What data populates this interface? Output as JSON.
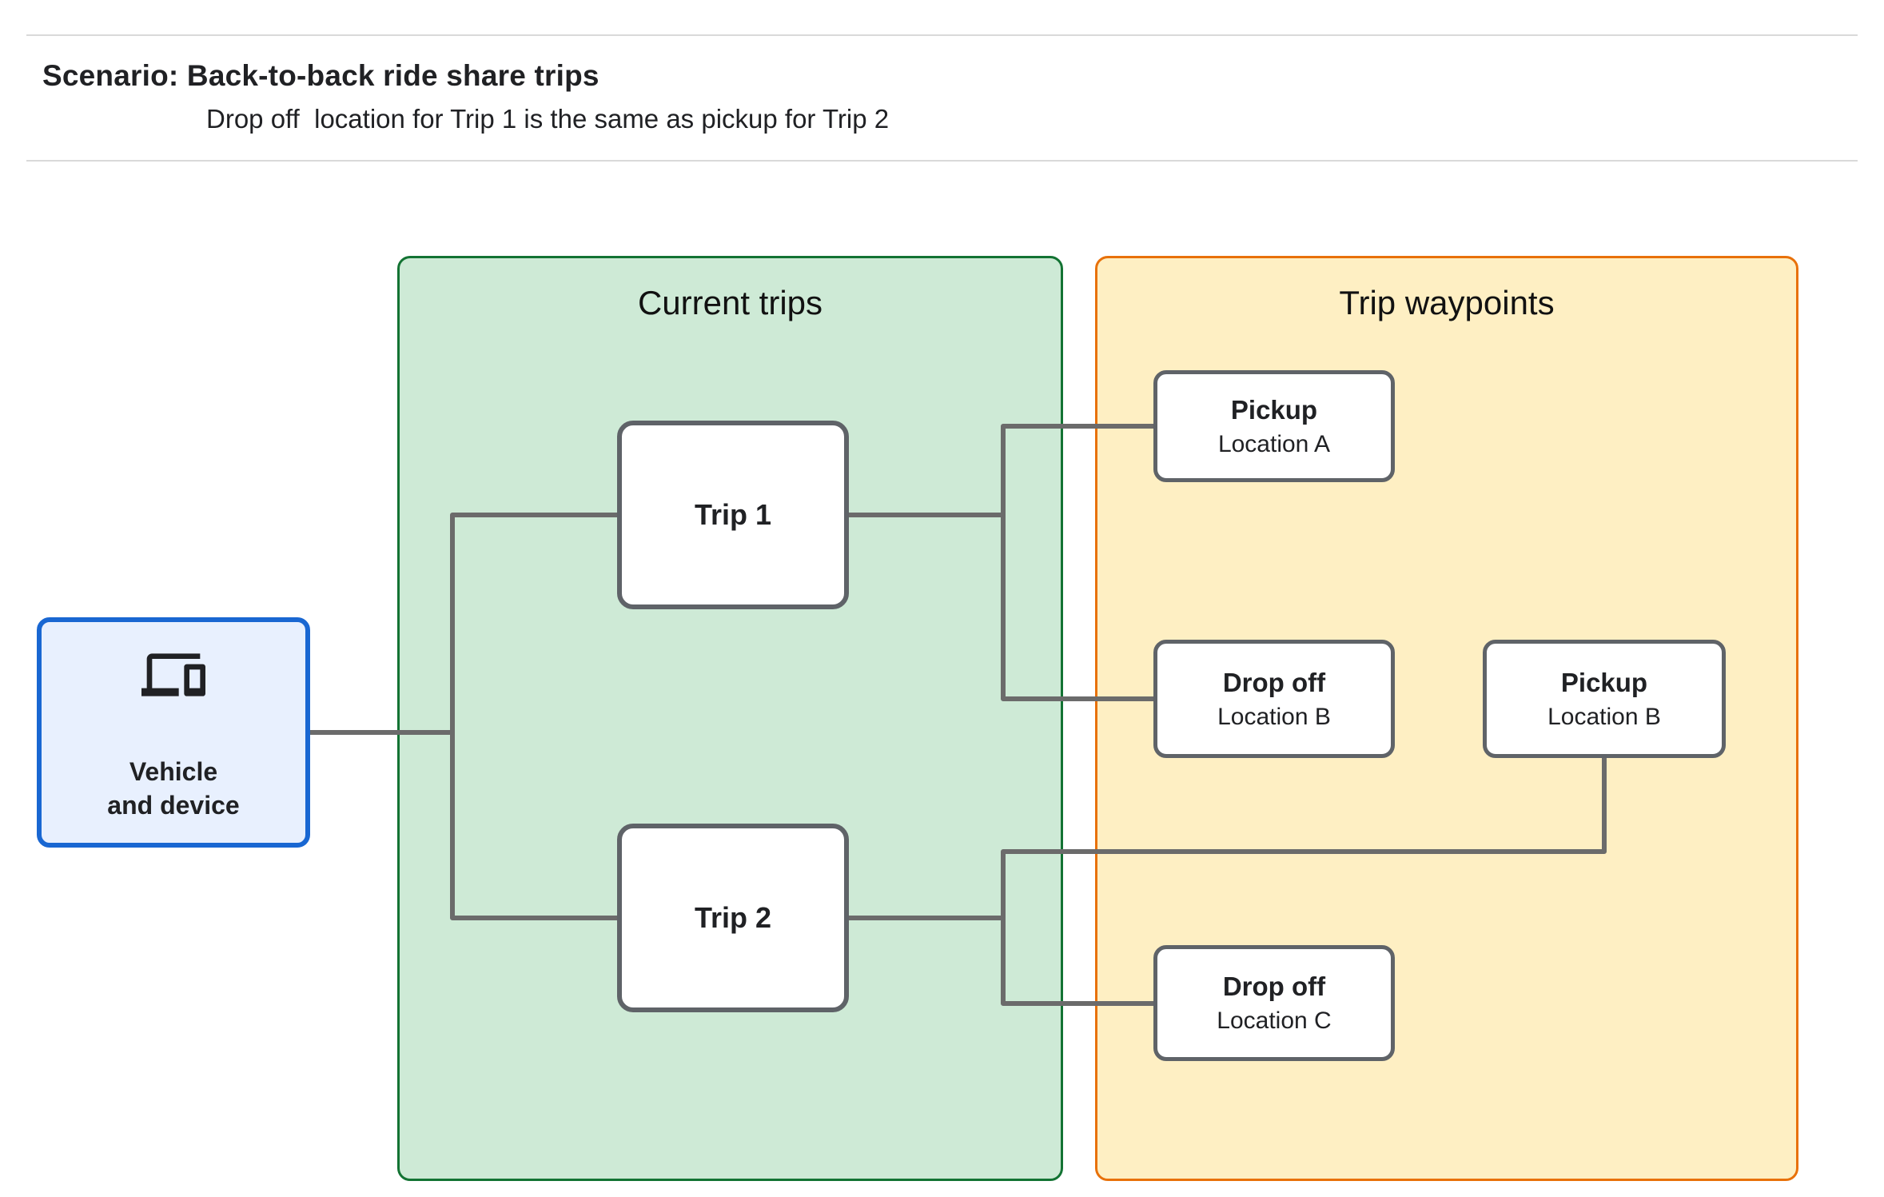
{
  "header": {
    "title": "Scenario: Back-to-back ride share trips",
    "subtitle": "Drop off  location for Trip 1 is the same as pickup for Trip 2"
  },
  "vehicle_node": {
    "label": "Vehicle\nand device",
    "icon": "devices-icon"
  },
  "panels": {
    "current_trips": {
      "title": "Current trips",
      "trips": [
        {
          "label": "Trip 1"
        },
        {
          "label": "Trip 2"
        }
      ]
    },
    "trip_waypoints": {
      "title": "Trip waypoints",
      "waypoints": [
        {
          "type": "Pickup",
          "location": "Location A"
        },
        {
          "type": "Drop off",
          "location": "Location B"
        },
        {
          "type": "Pickup",
          "location": "Location B"
        },
        {
          "type": "Drop off",
          "location": "Location C"
        }
      ]
    }
  },
  "colors": {
    "panel-green-fill": "#ceead6",
    "panel-green-border": "#137333",
    "panel-yellow-fill": "#feefc3",
    "panel-yellow-border": "#e8710a",
    "vehicle-fill": "#e8f0fe",
    "vehicle-border": "#1967d2",
    "node-border": "#5f6368",
    "connector": "#6b6b6b",
    "text": "#202124",
    "divider": "#d9d9d9"
  }
}
